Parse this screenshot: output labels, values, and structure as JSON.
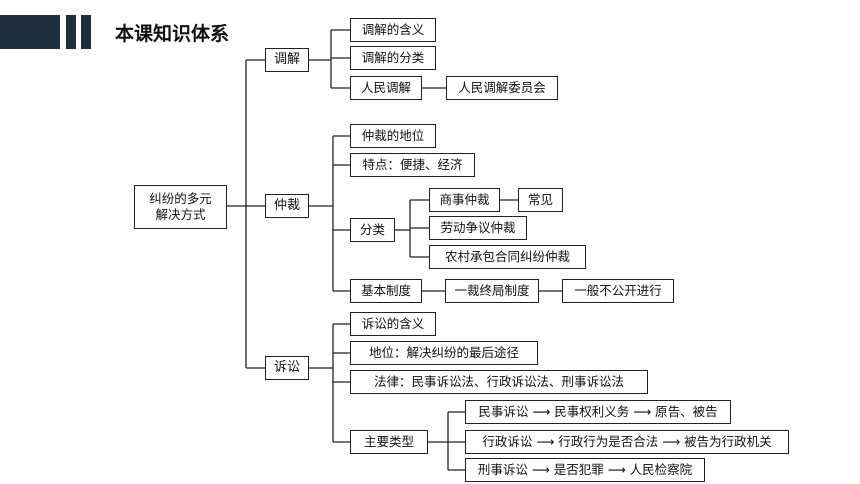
{
  "header": {
    "title": "本课知识体系"
  },
  "root": {
    "line1": "纠纷的多元",
    "line2": "解决方式"
  },
  "mediation": {
    "label": "调解",
    "items": [
      "调解的含义",
      "调解的分类",
      "人民调解"
    ],
    "people_mediation_child": "人民调解委员会"
  },
  "arbitration": {
    "label": "仲裁",
    "status": "仲裁的地位",
    "features": "特点：便捷、经济",
    "classification": {
      "label": "分类",
      "commercial": "商事仲裁",
      "commercial_child": "常见",
      "labor": "劳动争议仲裁",
      "rural": "农村承包合同纠纷仲裁"
    },
    "basic_system": {
      "label": "基本制度",
      "final": "一裁终局制度",
      "private": "一般不公开进行"
    }
  },
  "litigation": {
    "label": "诉讼",
    "meaning": "诉讼的含义",
    "status": "地位：解决纠纷的最后途径",
    "law": "法律：民事诉讼法、行政诉讼法、刑事诉讼法",
    "types": {
      "label": "主要类型",
      "civil": "民事诉讼 ⟶ 民事权利义务 ⟶ 原告、被告",
      "administrative": "行政诉讼 ⟶ 行政行为是否合法 ⟶ 被告为行政机关",
      "criminal": "刑事诉讼 ⟶ 是否犯罪 ⟶ 人民检察院"
    }
  }
}
